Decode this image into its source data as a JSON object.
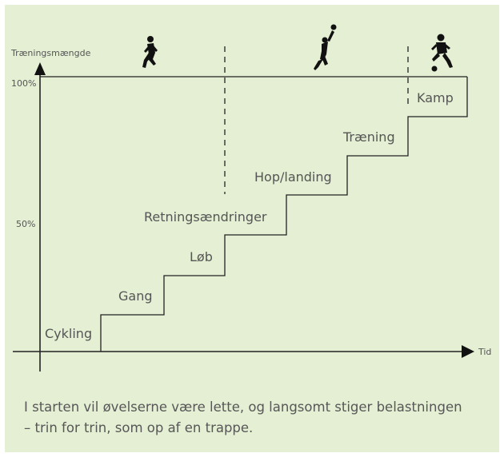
{
  "axis": {
    "y_label": "Træningsmængde",
    "x_label": "Tid",
    "tick_100": "100%",
    "tick_50": "50%"
  },
  "steps": [
    {
      "label": "Cykling"
    },
    {
      "label": "Gang"
    },
    {
      "label": "Løb"
    },
    {
      "label": "Retningsændringer"
    },
    {
      "label": "Hop/landing"
    },
    {
      "label": "Træning"
    },
    {
      "label": "Kamp"
    }
  ],
  "phases": [
    {
      "icon": "runner-icon"
    },
    {
      "icon": "basketball-player-icon"
    },
    {
      "icon": "soccer-player-icon"
    }
  ],
  "caption": {
    "line1": "I starten vil øvelserne være lette, og langsomt stiger belastningen",
    "line2": "– trin for trin, som op af en trappe."
  },
  "colors": {
    "background": "#e4efd3",
    "line": "#222222",
    "text": "#555555"
  }
}
